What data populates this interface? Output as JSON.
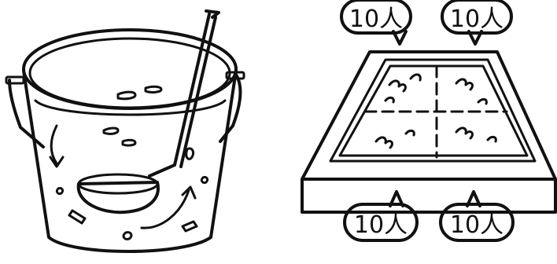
{
  "tray_labels": {
    "top_left": "10人",
    "top_right": "10人",
    "bottom_left": "10人",
    "bottom_right": "10人"
  }
}
